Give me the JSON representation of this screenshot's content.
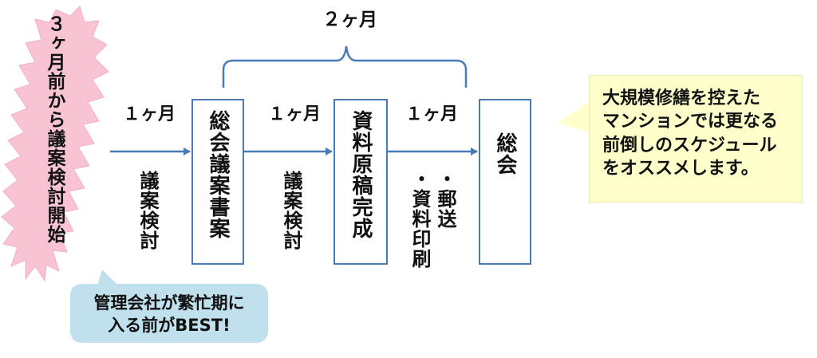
{
  "start_label": "３ヶ月前から議案検討開始",
  "total_duration": "２ヶ月",
  "steps": [
    {
      "duration": "１ヶ月",
      "task": "議案検討",
      "box": "総会議案書案"
    },
    {
      "duration": "１ヶ月",
      "task": "議案検討",
      "box": "資料原稿完成"
    },
    {
      "duration": "１ヶ月",
      "task_lines": [
        "・郵送",
        "・資料印刷"
      ],
      "box": "総会"
    }
  ],
  "callout": {
    "lines": [
      "管理会社が繁忙期に",
      "入る前がBEST!"
    ]
  },
  "note": {
    "lines": [
      "大規模修繕を控えた",
      "マンションでは更なる",
      "前倒しのスケジュール",
      "をオススメします。"
    ]
  },
  "colors": {
    "box_border": "#4a7bb7",
    "arrow": "#4a7bb7",
    "starburst": "#f8c4d3",
    "callout_fill": "#bfe0ec",
    "note_fill": "#ffffcc"
  }
}
